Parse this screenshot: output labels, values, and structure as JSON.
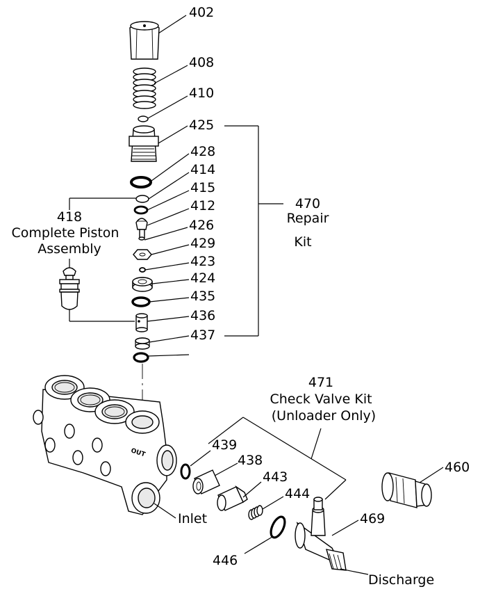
{
  "parts": [
    {
      "number": "402"
    },
    {
      "number": "408"
    },
    {
      "number": "410"
    },
    {
      "number": "425"
    },
    {
      "number": "428"
    },
    {
      "number": "414"
    },
    {
      "number": "415"
    },
    {
      "number": "412"
    },
    {
      "number": "426"
    },
    {
      "number": "429"
    },
    {
      "number": "423"
    },
    {
      "number": "424"
    },
    {
      "number": "435"
    },
    {
      "number": "436"
    },
    {
      "number": "437"
    },
    {
      "number": "439"
    },
    {
      "number": "438"
    },
    {
      "number": "443"
    },
    {
      "number": "444"
    },
    {
      "number": "446"
    },
    {
      "number": "460"
    },
    {
      "number": "469"
    }
  ],
  "kits": {
    "piston": {
      "number": "418",
      "line1": "Complete Piston",
      "line2": "Assembly"
    },
    "repair": {
      "number": "470",
      "line1": "Repair",
      "line2": "Kit"
    },
    "check_valve": {
      "number": "471",
      "line1": "Check Valve Kit",
      "line2": "(Unloader Only)"
    }
  },
  "labels": {
    "inlet": "Inlet",
    "discharge": "Discharge",
    "manifold_mark": "OUT"
  }
}
